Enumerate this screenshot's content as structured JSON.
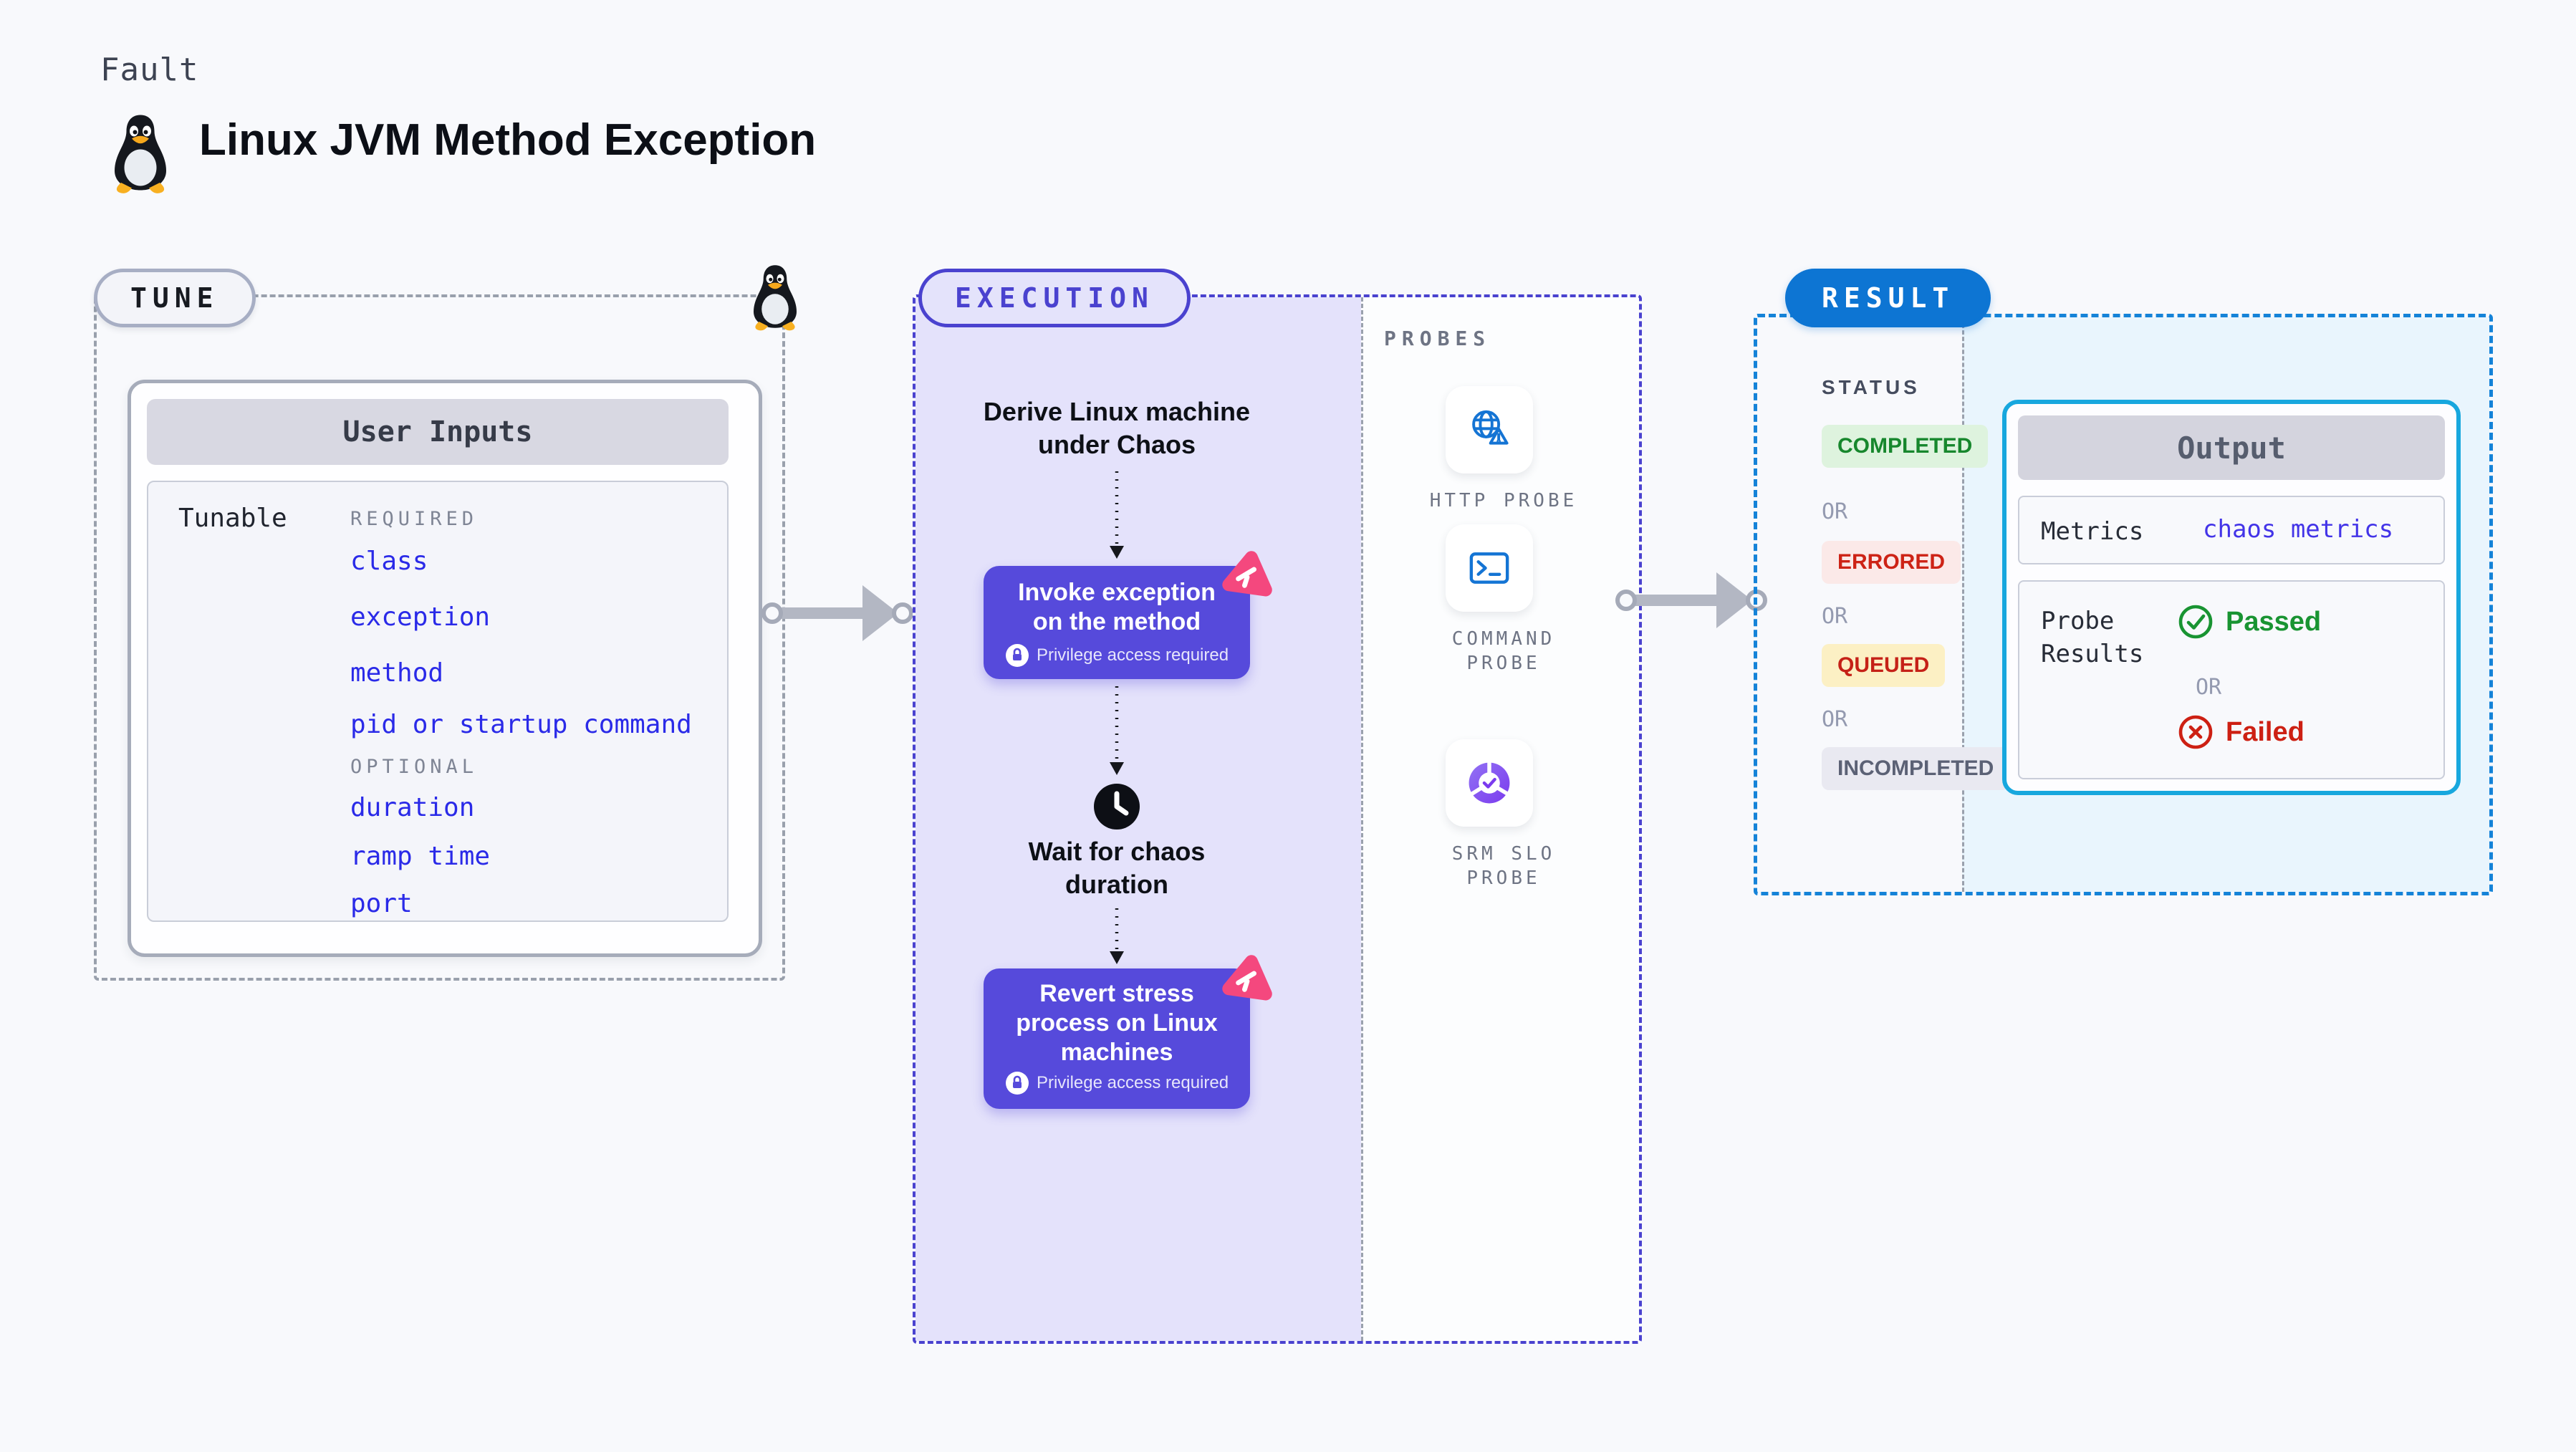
{
  "header": {
    "kicker": "Fault",
    "title": "Linux JVM Method Exception",
    "title_icon": "linux-tux-icon"
  },
  "colors": {
    "accent_purple": "#564adb",
    "accent_lavender_bg": "#e4e2fb",
    "accent_pink": "#f4487e",
    "result_blue": "#0d75d3",
    "output_border_cyan": "#17a7de",
    "link_blue": "#2a2ae8",
    "passed_green": "#199432",
    "failed_red": "#cd2013",
    "probe_icon_blue": "#1474d4"
  },
  "tune": {
    "badge": "TUNE",
    "table": {
      "title": "User Inputs",
      "row_label": "Tunable",
      "required_label": "REQUIRED",
      "required_items": [
        "class",
        "exception",
        "method",
        "pid or startup command"
      ],
      "optional_label": "OPTIONAL",
      "optional_items": [
        "duration",
        "ramp time",
        "port"
      ]
    }
  },
  "execution": {
    "badge": "EXECUTION",
    "steps": {
      "derive_lines": [
        "Derive Linux machine",
        "under Chaos"
      ],
      "invoke_lines": [
        "Invoke exception",
        "on the method"
      ],
      "invoke_note": "Privilege access required",
      "wait_lines": [
        "Wait for chaos",
        "duration"
      ],
      "revert_lines": [
        "Revert stress",
        "process on Linux",
        "machines"
      ],
      "revert_note": "Privilege access required"
    }
  },
  "probes": {
    "heading": "PROBES",
    "items": [
      {
        "icon": "http-probe-icon",
        "label_lines": [
          "HTTP PROBE",
          ""
        ]
      },
      {
        "icon": "command-probe-icon",
        "label_lines": [
          "COMMAND",
          "PROBE"
        ]
      },
      {
        "icon": "srm-slo-probe-icon",
        "label_lines": [
          "SRM SLO",
          "PROBE"
        ]
      }
    ]
  },
  "result": {
    "badge": "RESULT",
    "status_label": "STATUS",
    "or_label": "OR",
    "statuses": [
      {
        "label": "COMPLETED",
        "bg": "#def3de",
        "color": "#17872d"
      },
      {
        "label": "ERRORED",
        "bg": "#fbe9e8",
        "color": "#cd2316"
      },
      {
        "label": "QUEUED",
        "bg": "#fcf0c4",
        "color": "#c52117"
      },
      {
        "label": "INCOMPLETED",
        "bg": "#e9e9f1",
        "color": "#5b6175"
      }
    ],
    "output": {
      "title": "Output",
      "metrics_label": "Metrics",
      "metrics_link": "chaos metrics",
      "probe_results_lines": [
        "Probe",
        "Results"
      ],
      "passed_label": "Passed",
      "or_label": "OR",
      "failed_label": "Failed"
    }
  }
}
